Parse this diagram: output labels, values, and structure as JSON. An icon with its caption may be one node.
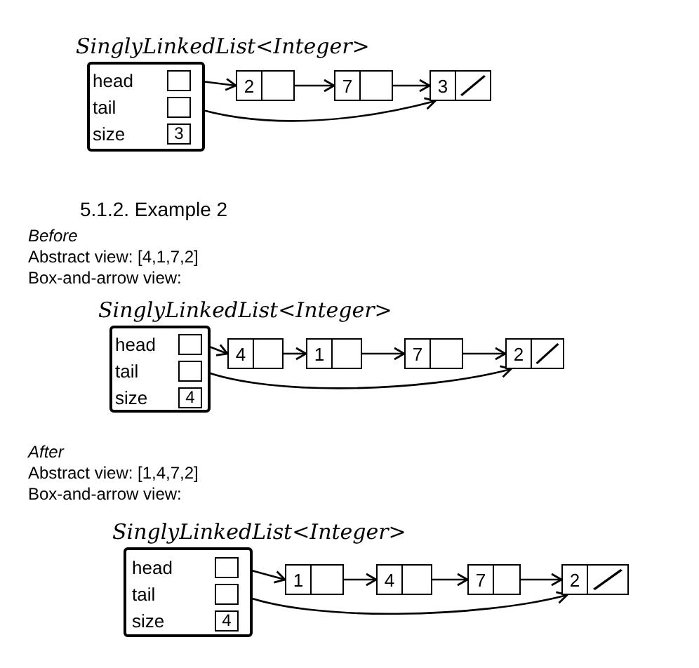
{
  "diagram": {
    "nodes": [
      {
        "text": [
          "SinglyLinkedList<Integer>"
        ]
      },
      {
        "text": [
          "head"
        ],
        "in": 0
      },
      {
        "text": [
          "tail"
        ],
        "in": 0
      },
      {
        "text": [
          "size",
          "3"
        ],
        "in": 0
      },
      {
        "text": [
          "2"
        ]
      },
      {
        "text": [
          "7"
        ]
      },
      {
        "text": [
          "3"
        ]
      },
      {
        "text": [
          "SinglyLinkedList<Integer>"
        ]
      },
      {
        "text": [
          "head"
        ],
        "in": 7
      },
      {
        "text": [
          "tail"
        ],
        "in": 7
      },
      {
        "text": [
          "size",
          "4"
        ],
        "in": 7
      },
      {
        "text": [
          "4"
        ]
      },
      {
        "text": [
          "1"
        ]
      },
      {
        "text": [
          "7"
        ]
      },
      {
        "text": [
          "2"
        ]
      },
      {
        "text": [
          "SinglyLinkedList<Integer>"
        ]
      },
      {
        "text": [
          "head"
        ],
        "in": 15
      },
      {
        "text": [
          "tail"
        ],
        "in": 15
      },
      {
        "text": [
          "size",
          "4"
        ],
        "in": 15
      },
      {
        "text": [
          "1"
        ]
      },
      {
        "text": [
          "4"
        ]
      },
      {
        "text": [
          "7"
        ]
      },
      {
        "text": [
          "2"
        ]
      }
    ],
    "edges": [
      {
        "from": 1,
        "to": 4,
        "arrow": "to"
      },
      {
        "from": 4,
        "to": 5,
        "arrow": "to"
      },
      {
        "from": 5,
        "to": 6,
        "arrow": "to"
      },
      {
        "from": 2,
        "to": 6,
        "arrow": "to"
      },
      {
        "from": 8,
        "to": 11,
        "arrow": "to"
      },
      {
        "from": 11,
        "to": 12,
        "arrow": "to"
      },
      {
        "from": 12,
        "to": 13,
        "arrow": "to"
      },
      {
        "from": 13,
        "to": 14,
        "arrow": "to"
      },
      {
        "from": 9,
        "to": 14,
        "arrow": "to"
      },
      {
        "from": 16,
        "to": 19,
        "arrow": "to"
      },
      {
        "from": 19,
        "to": 20,
        "arrow": "to"
      },
      {
        "from": 20,
        "to": 21,
        "arrow": "to"
      },
      {
        "from": 21,
        "to": 22,
        "arrow": "to"
      },
      {
        "from": 17,
        "to": 22,
        "arrow": "to"
      }
    ],
    "labels": [
      "5.1.2.  Example 2",
      "Before",
      "Abstract view: [4,1,7,2]",
      "Box-and-arrow view:",
      "After",
      "Abstract view: [1,4,7,2]",
      "Box-and-arrow view:"
    ]
  }
}
